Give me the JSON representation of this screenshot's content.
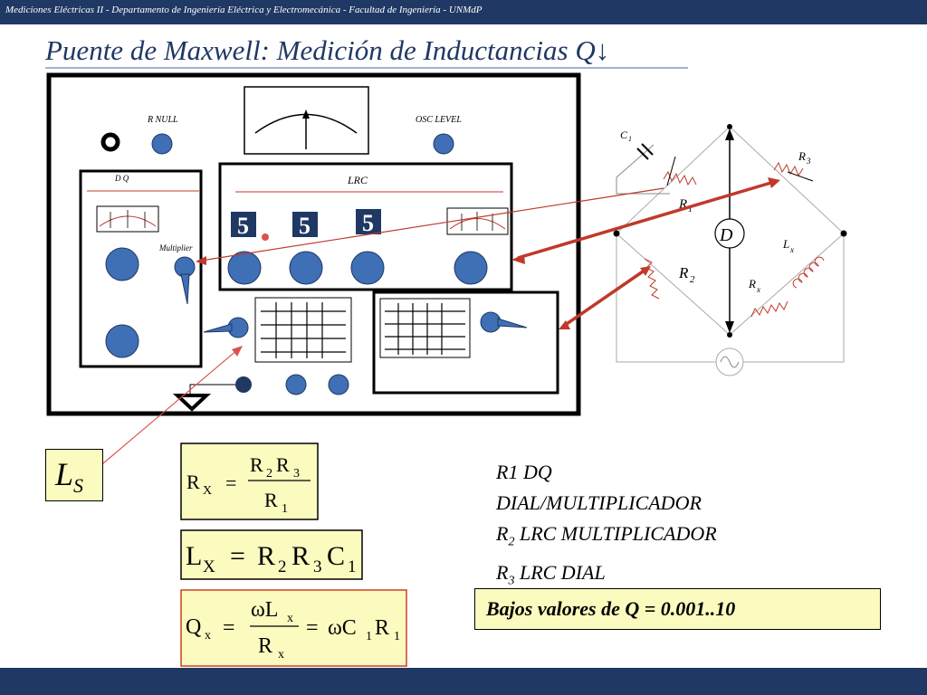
{
  "header": {
    "text": "Mediciones Eléctricas II - Departamento de Ingeniería Eléctrica y Electromecánica  - Facultad de Ingeniería  - UNMdP"
  },
  "title": "Puente de Maxwell: Medición de Inductancias  Q↓",
  "instrument": {
    "r_null_label": "R NULL",
    "osc_level_label": "OSC LEVEL",
    "dq_label": "D Q",
    "multiplier_label": "Multiplier",
    "lrc_label": "LRC",
    "digits": [
      "5",
      "5",
      "5"
    ]
  },
  "circuit": {
    "c1": "C",
    "c1_sub": "1",
    "r1": "R",
    "r1_sub": "1",
    "r2": "R",
    "r2_sub": "2",
    "r3": "R",
    "r3_sub": "3",
    "rx": "R",
    "rx_sub": "x",
    "lx": "L",
    "lx_sub": "x",
    "detector": "D"
  },
  "ls_label": {
    "main": "L",
    "sub": "S"
  },
  "formulas": {
    "rx_lhs": "R",
    "rx_lhs_sub": "X",
    "rx_num": "R",
    "rx_num_sub1": "2",
    "rx_num2": "R",
    "rx_num_sub2": "3",
    "rx_den": "R",
    "rx_den_sub": "1",
    "lx_text": "L",
    "lx_sub": "X",
    "lx_rhs": "R",
    "lx_rhs_sub1": "2",
    "lx_rhs2": "R",
    "lx_rhs_sub2": "3",
    "lx_rhs3": "C",
    "lx_rhs_sub3": "1",
    "q_lhs": "Q",
    "q_lhs_sub": "x",
    "q_num": "ωL",
    "q_num_sub": "x",
    "q_den": "R",
    "q_den_sub": "x",
    "q_rhs": "ωC",
    "q_rhs_sub1": "1",
    "q_rhs2": "R",
    "q_rhs_sub2": "1",
    "equals": "="
  },
  "legend": [
    {
      "text": "R1  DQ"
    },
    {
      "text": "DIAL/MULTIPLICADOR"
    },
    {
      "text": "R",
      "sub": "2",
      "rest": "  LRC MULTIPLICADOR"
    },
    {
      "text": "R",
      "sub": "3",
      "rest": "  LRC DIAL"
    }
  ],
  "q_range": "Bajos valores de Q = 0.001..10",
  "colors": {
    "navy": "#1f3864",
    "knob": "#3f6fb5",
    "arrow_dark": "#c0392b",
    "arrow_light": "#d9534f",
    "formula_bg": "#fbfbbf"
  }
}
